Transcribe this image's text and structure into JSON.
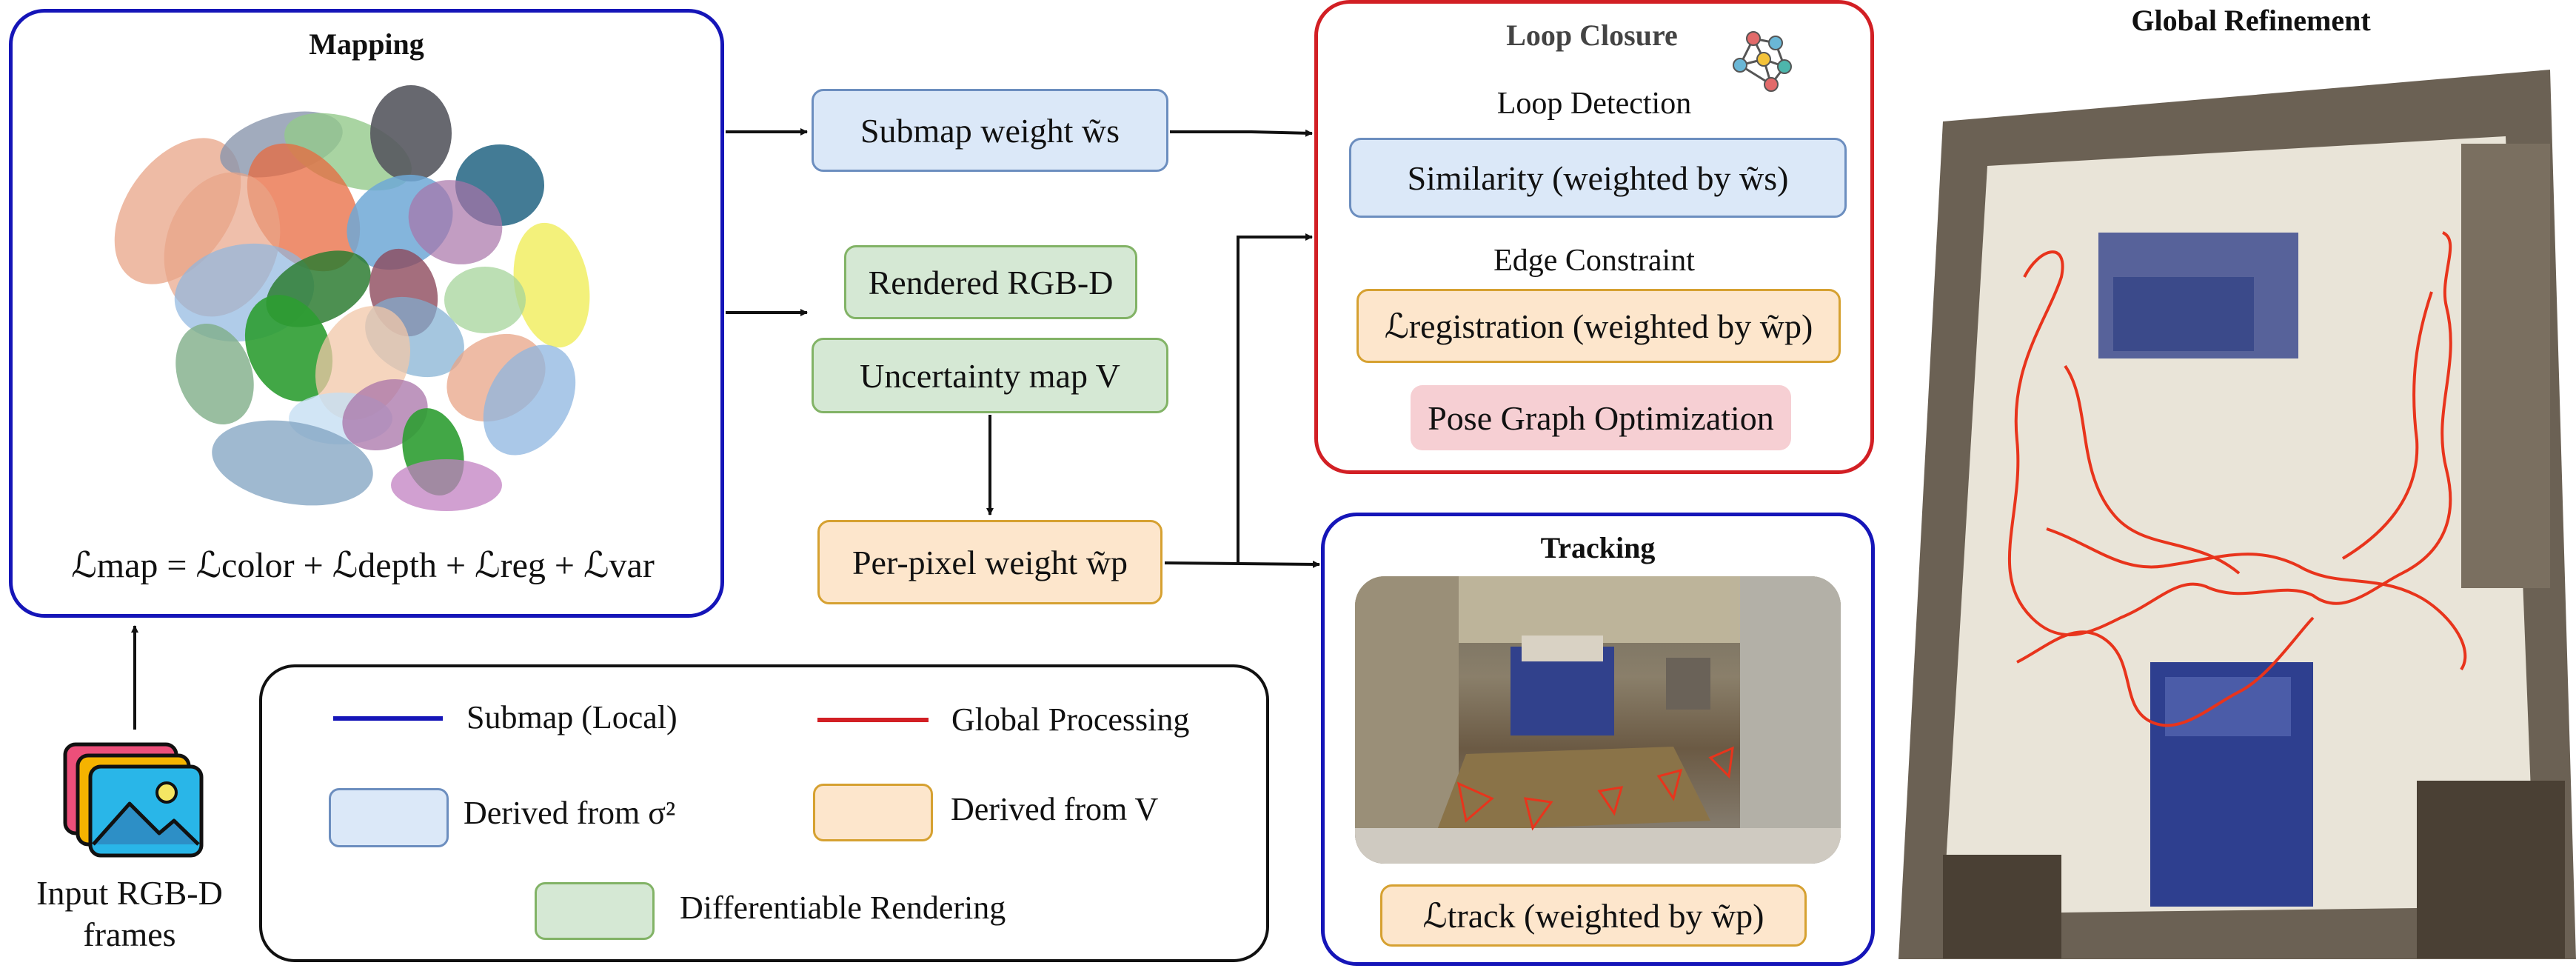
{
  "mapping": {
    "title": "Mapping",
    "loss_formula": "ℒmap = ℒcolor + ℒdepth + ℒreg + ℒvar"
  },
  "input": {
    "label_line1": "Input RGB-D",
    "label_line2": "frames"
  },
  "middle": {
    "submap_weight": "Submap weight w̃s",
    "rendered_rgbd": "Rendered RGB-D",
    "uncertainty_map": "Uncertainty map V",
    "per_pixel_weight": "Per-pixel weight w̃p"
  },
  "loop_closure": {
    "title": "Loop Closure",
    "loop_detection": "Loop Detection",
    "similarity": "Similarity (weighted by w̃s)",
    "edge_constraint": "Edge Constraint",
    "registration": "ℒregistration (weighted by w̃p)",
    "pgo": "Pose Graph Optimization"
  },
  "tracking": {
    "title": "Tracking",
    "loss": "ℒtrack (weighted by w̃p)"
  },
  "global_refinement": {
    "title": "Global Refinement"
  },
  "legend": {
    "submap": "Submap (Local)",
    "global": "Global Processing",
    "derived_sigma": "Derived  from σ²",
    "derived_v": "Derived from V",
    "diff_render": "Differentiable Rendering"
  },
  "colors": {
    "submap_line": "#1515b8",
    "global_line": "#d21f24",
    "blue_fill": "#dbe8f8",
    "orange_fill": "#fde6cc",
    "green_fill": "#d5e8d4",
    "trajectory": "#e8341c"
  }
}
